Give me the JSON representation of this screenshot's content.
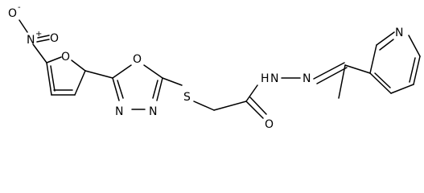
{
  "molecule": {
    "atoms": {
      "nitro_o_minus": "O",
      "nitro_o_minus_charge": "-",
      "nitro_n": "N",
      "nitro_n_charge": "+",
      "nitro_o_double": "O",
      "furan_o": "O",
      "oxadiazole_o": "O",
      "oxadiazole_n1": "N",
      "oxadiazole_n2": "N",
      "thioether_s": "S",
      "carbonyl_o": "O",
      "hydrazide_h": "H",
      "hydrazide_n": "N",
      "hydrazone_n": "N",
      "pyridine_n": "N"
    }
  }
}
